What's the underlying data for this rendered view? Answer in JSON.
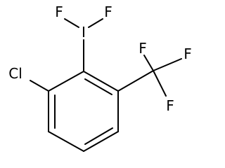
{
  "molecule": {
    "atoms": {
      "iodine": "I",
      "iodine_f_left": "F",
      "iodine_f_right": "F",
      "chlorine": "Cl",
      "cf3_f_top": "F",
      "cf3_f_right": "F",
      "cf3_f_bottom": "F"
    }
  }
}
